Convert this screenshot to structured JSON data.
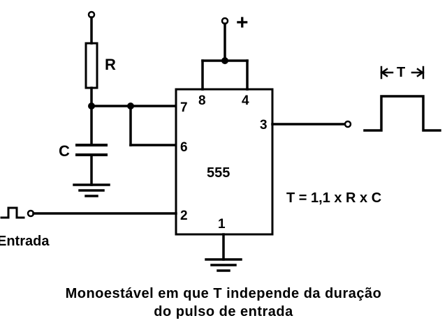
{
  "diagram": {
    "supply_label": "+",
    "resistor_label": "R",
    "capacitor_label": "C",
    "ic_label": "555",
    "pins": {
      "p8": "8",
      "p4": "4",
      "p7": "7",
      "p6": "6",
      "p3": "3",
      "p2": "2",
      "p1": "1"
    },
    "formula": "T = 1,1 x R x C",
    "period_label": "T",
    "input_label": "Entrada"
  },
  "caption": {
    "line1": "Monoestável em que T independe da duração",
    "line2": "do pulso de entrada"
  }
}
